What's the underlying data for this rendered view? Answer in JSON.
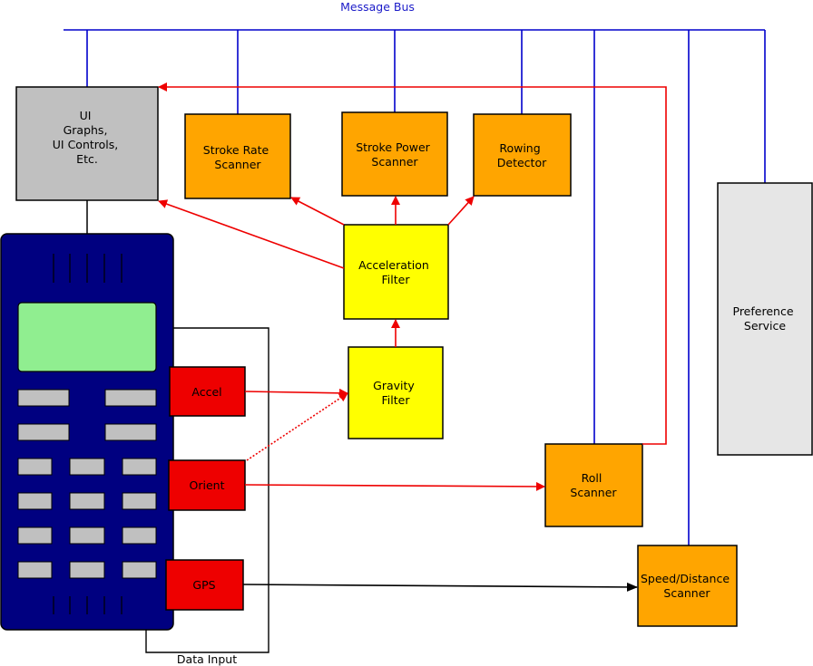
{
  "diagram": {
    "bus_label": "Message Bus",
    "data_input_label": "Data Input",
    "boxes": {
      "ui": [
        "UI",
        "",
        "Graphs,",
        "UI Controls,",
        "Etc."
      ],
      "stroke_rate": [
        "Stroke Rate",
        "Scanner"
      ],
      "stroke_power": [
        "Stroke Power",
        "Scanner"
      ],
      "rowing_detector": [
        "Rowing",
        "Detector"
      ],
      "acceleration_filter": [
        "Acceleration",
        "Filter"
      ],
      "gravity_filter": [
        "Gravity",
        "Filter"
      ],
      "preference_service": [
        "Preference",
        "Service"
      ],
      "roll_scanner": [
        "Roll",
        "Scanner"
      ],
      "speed_distance_scanner": [
        "Speed/Distance",
        "Scanner"
      ],
      "accel_sensor": [
        "Accel"
      ],
      "orient_sensor": [
        "Orient"
      ],
      "gps_sensor": [
        "GPS"
      ]
    },
    "colors": {
      "bus": "#0000cc",
      "event_arrow": "#ee0000",
      "data_arrow": "#000000",
      "scanner_fill": "#ffa500",
      "filter_fill": "#ffff00",
      "sensor_fill": "#ee0000",
      "ui_fill": "#c0c0c0",
      "service_fill": "#e6e6e6",
      "phone_body": "#000080",
      "phone_screen": "#90ee90",
      "phone_key": "#c0c0c0"
    }
  }
}
